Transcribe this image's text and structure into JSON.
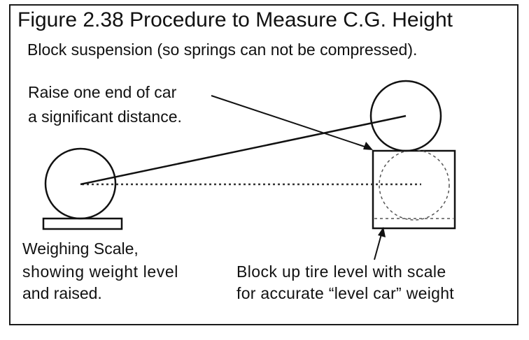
{
  "figure": {
    "title": "Figure 2.38 Procedure to Measure C.G. Height",
    "subtitle": "Block suspension (so springs can not be compressed)."
  },
  "labels": {
    "raise_line1": "Raise one end of car",
    "raise_line2": "a significant distance.",
    "scale_line1": "Weighing Scale,",
    "scale_line2": "showing weight level",
    "scale_line3": "and raised.",
    "block_line1": "Block up tire level with scale",
    "block_line2": "for accurate “level car” weight"
  },
  "colors": {
    "stroke": "#111111",
    "dashed_stroke": "#444444",
    "background": "#ffffff"
  }
}
